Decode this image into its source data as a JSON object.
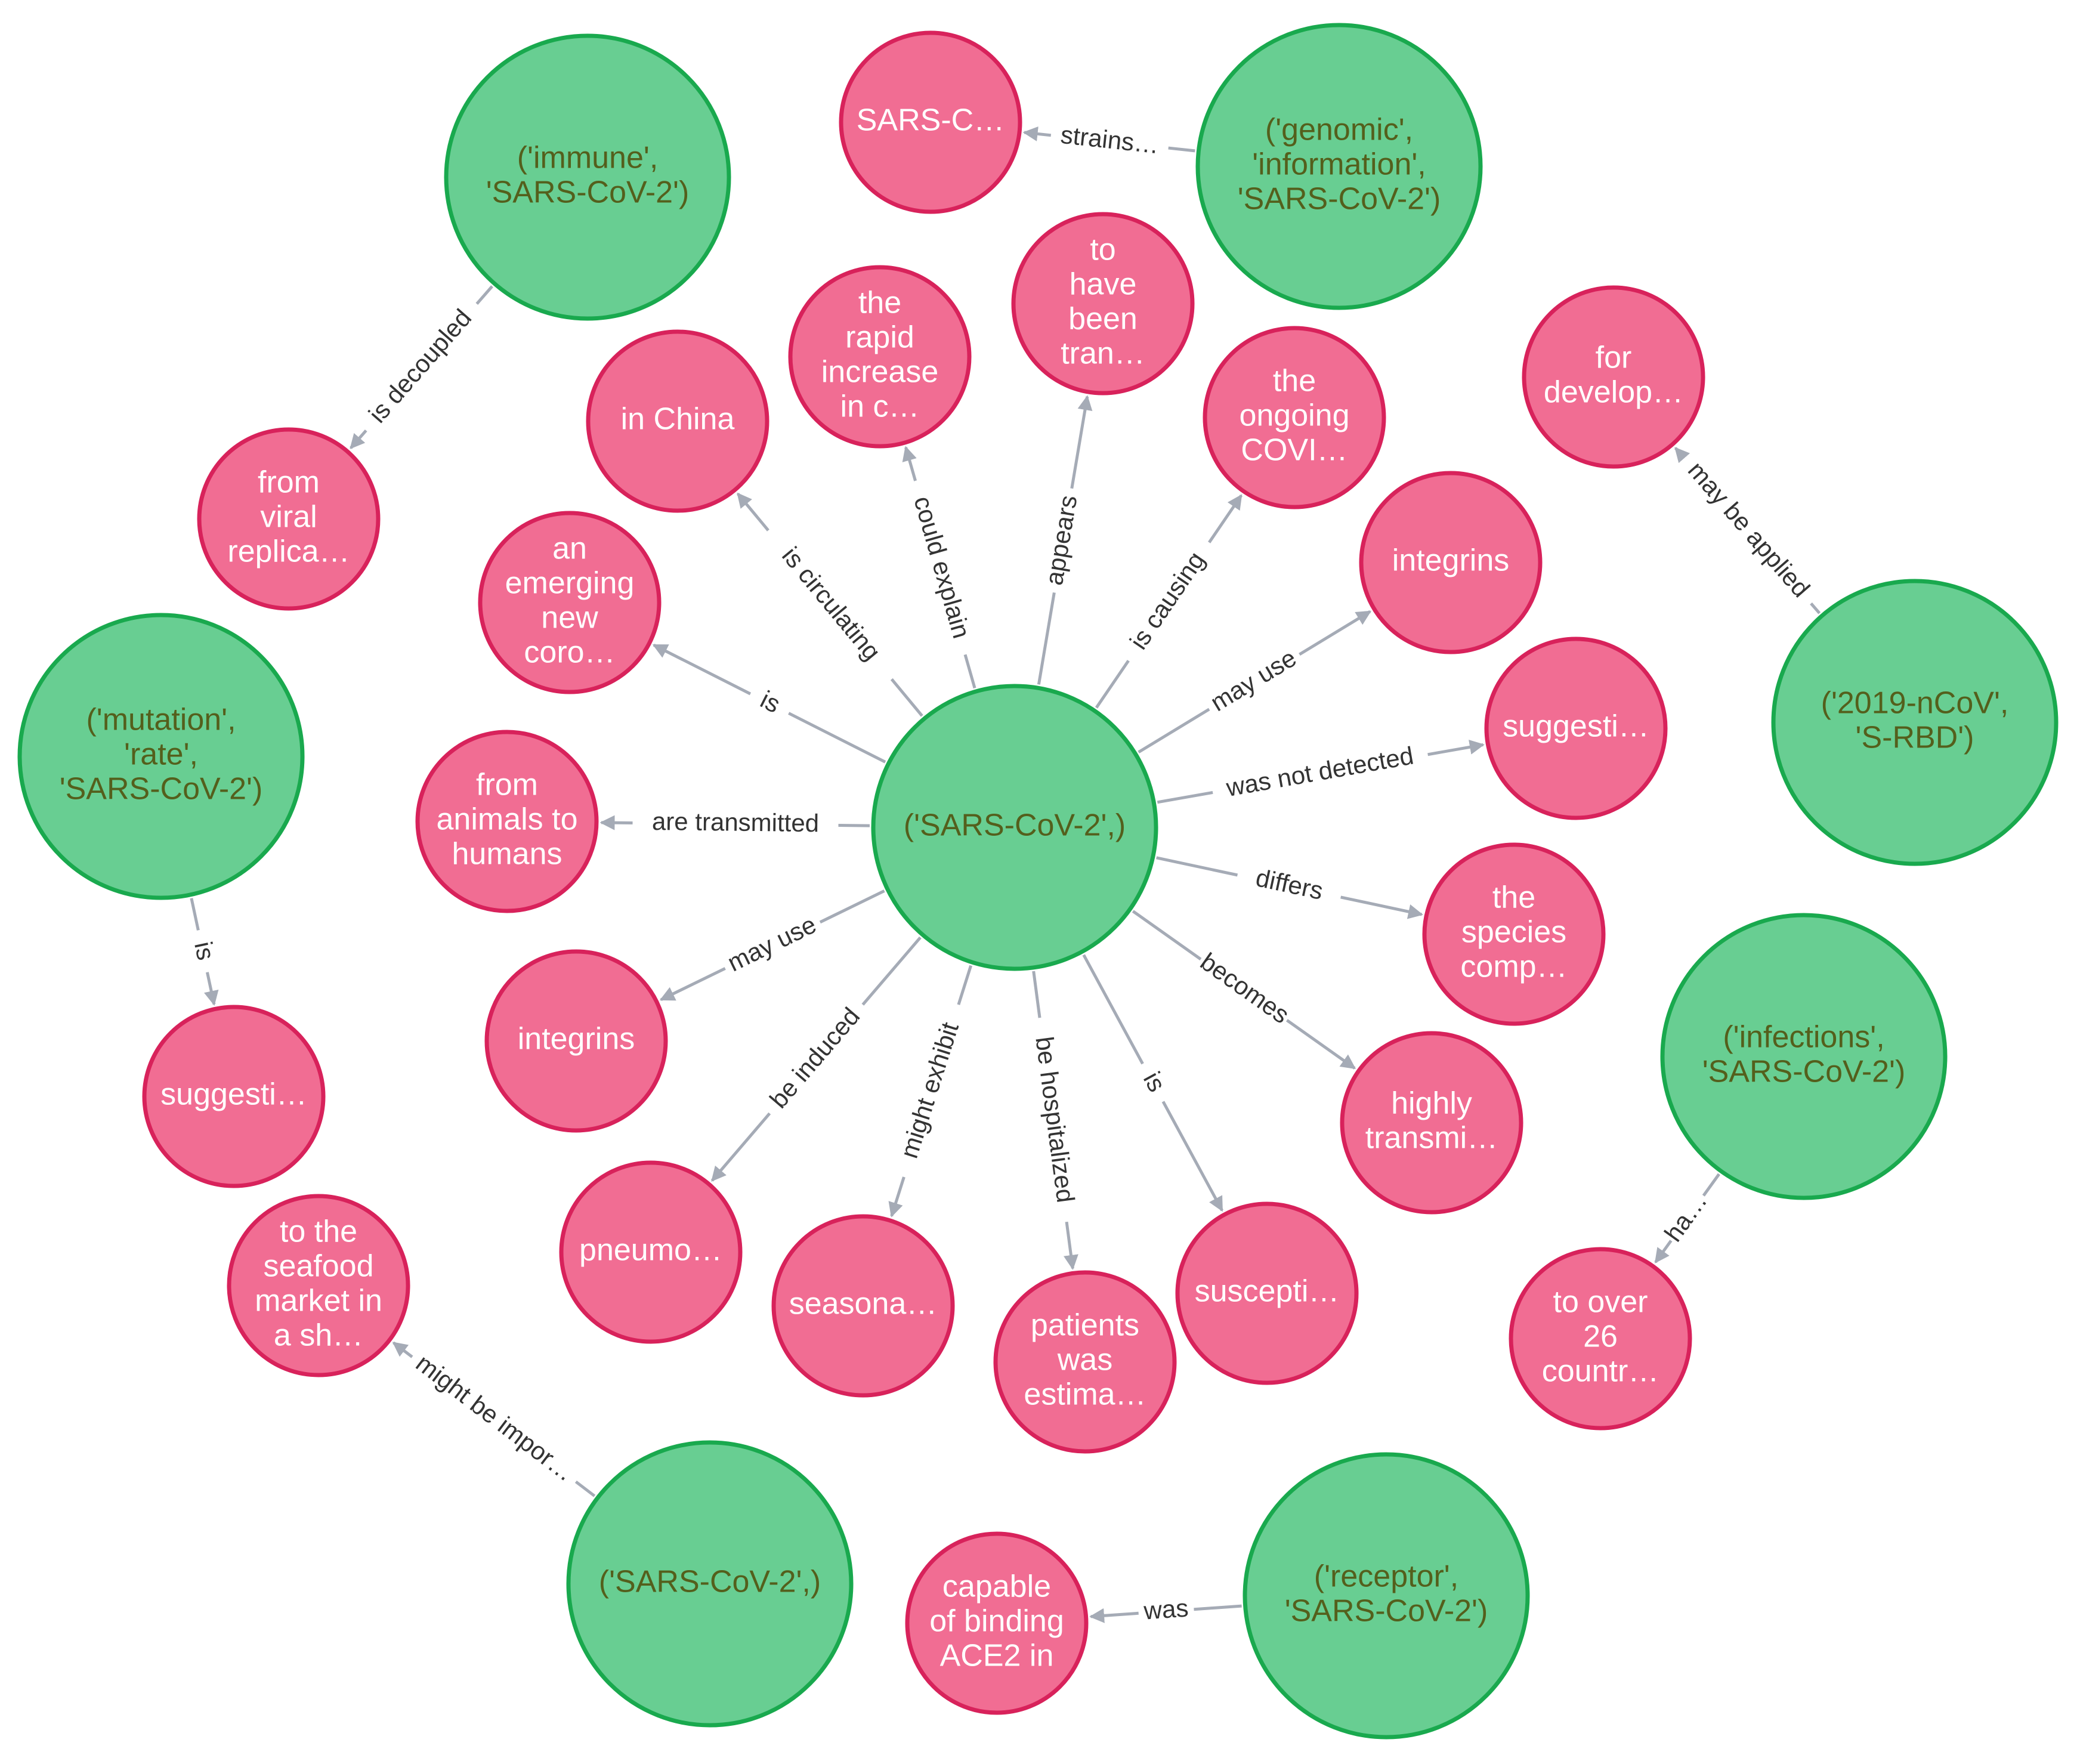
{
  "graph": {
    "colors": {
      "topic_fill": "#68ce92",
      "topic_stroke": "#19a94e",
      "topic_text": "#545f1c",
      "phrase_fill": "#f16d93",
      "phrase_stroke": "#d8225b",
      "phrase_text": "#ffffff",
      "edge": "#a5abb6",
      "edge_label": "#333333"
    },
    "nodes": [
      {
        "id": "center",
        "kind": "topic",
        "lines": [
          "('SARS-CoV-2',)"
        ]
      },
      {
        "id": "immune",
        "kind": "topic",
        "lines": [
          "('immune',",
          "'SARS-CoV-2')"
        ]
      },
      {
        "id": "genomic",
        "kind": "topic",
        "lines": [
          "('genomic',",
          "'information',",
          "'SARS-CoV-2')"
        ]
      },
      {
        "id": "mutation",
        "kind": "topic",
        "lines": [
          "('mutation',",
          "'rate',",
          "'SARS-CoV-2')"
        ]
      },
      {
        "id": "nCoV",
        "kind": "topic",
        "lines": [
          "('2019-nCoV',",
          "'S-RBD')"
        ]
      },
      {
        "id": "infections",
        "kind": "topic",
        "lines": [
          "('infections',",
          "'SARS-CoV-2')"
        ]
      },
      {
        "id": "sars2",
        "kind": "topic",
        "lines": [
          "('SARS-CoV-2',)"
        ]
      },
      {
        "id": "receptor",
        "kind": "topic",
        "lines": [
          "('receptor',",
          "'SARS-CoV-2')"
        ]
      },
      {
        "id": "sarsc",
        "kind": "phrase",
        "lines": [
          "SARS-C…"
        ]
      },
      {
        "id": "viral",
        "kind": "phrase",
        "lines": [
          "from",
          "viral",
          "replica…"
        ]
      },
      {
        "id": "china",
        "kind": "phrase",
        "lines": [
          "in China"
        ]
      },
      {
        "id": "rapid",
        "kind": "phrase",
        "lines": [
          "the",
          "rapid",
          "increase",
          "in c…"
        ]
      },
      {
        "id": "havebeen",
        "kind": "phrase",
        "lines": [
          "to",
          "have",
          "been",
          "tran…"
        ]
      },
      {
        "id": "ongoing",
        "kind": "phrase",
        "lines": [
          "the",
          "ongoing",
          "COVI…"
        ]
      },
      {
        "id": "develop",
        "kind": "phrase",
        "lines": [
          "for",
          "develop…"
        ]
      },
      {
        "id": "emerging",
        "kind": "phrase",
        "lines": [
          "an",
          "emerging",
          "new",
          "coro…"
        ]
      },
      {
        "id": "integrinsR",
        "kind": "phrase",
        "lines": [
          "integrins"
        ]
      },
      {
        "id": "suggestR",
        "kind": "phrase",
        "lines": [
          "suggesti…"
        ]
      },
      {
        "id": "animals",
        "kind": "phrase",
        "lines": [
          "from",
          "animals to",
          "humans"
        ]
      },
      {
        "id": "species",
        "kind": "phrase",
        "lines": [
          "the",
          "species",
          "comp…"
        ]
      },
      {
        "id": "integrinsL",
        "kind": "phrase",
        "lines": [
          "integrins"
        ]
      },
      {
        "id": "highly",
        "kind": "phrase",
        "lines": [
          "highly",
          "transmi…"
        ]
      },
      {
        "id": "suggestL",
        "kind": "phrase",
        "lines": [
          "suggesti…"
        ]
      },
      {
        "id": "pneumo",
        "kind": "phrase",
        "lines": [
          "pneumo…"
        ]
      },
      {
        "id": "seasona",
        "kind": "phrase",
        "lines": [
          "seasona…"
        ]
      },
      {
        "id": "patients",
        "kind": "phrase",
        "lines": [
          "patients",
          "was",
          "estima…"
        ]
      },
      {
        "id": "suscepti",
        "kind": "phrase",
        "lines": [
          "suscepti…"
        ]
      },
      {
        "id": "seafood",
        "kind": "phrase",
        "lines": [
          "to the",
          "seafood",
          "market in",
          "a sh…"
        ]
      },
      {
        "id": "countries",
        "kind": "phrase",
        "lines": [
          "to over",
          "26",
          "countr…"
        ]
      },
      {
        "id": "ace2",
        "kind": "phrase",
        "lines": [
          "capable",
          "of binding",
          "ACE2 in"
        ]
      }
    ],
    "edges": [
      {
        "from": "genomic",
        "to": "sarsc",
        "label": "strains…"
      },
      {
        "from": "immune",
        "to": "viral",
        "label": "is decoupled"
      },
      {
        "from": "nCoV",
        "to": "develop",
        "label": "may be applied"
      },
      {
        "from": "mutation",
        "to": "suggestL",
        "label": "is"
      },
      {
        "from": "infections",
        "to": "countries",
        "label": "ha…"
      },
      {
        "from": "sars2",
        "to": "seafood",
        "label": "might be impor…"
      },
      {
        "from": "receptor",
        "to": "ace2",
        "label": "was"
      },
      {
        "from": "center",
        "to": "china",
        "label": "is circulating"
      },
      {
        "from": "center",
        "to": "rapid",
        "label": "could explain"
      },
      {
        "from": "center",
        "to": "havebeen",
        "label": "appears"
      },
      {
        "from": "center",
        "to": "ongoing",
        "label": "is causing"
      },
      {
        "from": "center",
        "to": "emerging",
        "label": "is"
      },
      {
        "from": "center",
        "to": "integrinsR",
        "label": "may use"
      },
      {
        "from": "center",
        "to": "suggestR",
        "label": "was not detected"
      },
      {
        "from": "center",
        "to": "animals",
        "label": "are transmitted"
      },
      {
        "from": "center",
        "to": "species",
        "label": "differs"
      },
      {
        "from": "center",
        "to": "integrinsL",
        "label": "may use"
      },
      {
        "from": "center",
        "to": "highly",
        "label": "becomes"
      },
      {
        "from": "center",
        "to": "pneumo",
        "label": "be induced"
      },
      {
        "from": "center",
        "to": "seasona",
        "label": "might exhibit"
      },
      {
        "from": "center",
        "to": "patients",
        "label": "be hospitalized"
      },
      {
        "from": "center",
        "to": "suscepti",
        "label": "is"
      }
    ]
  }
}
